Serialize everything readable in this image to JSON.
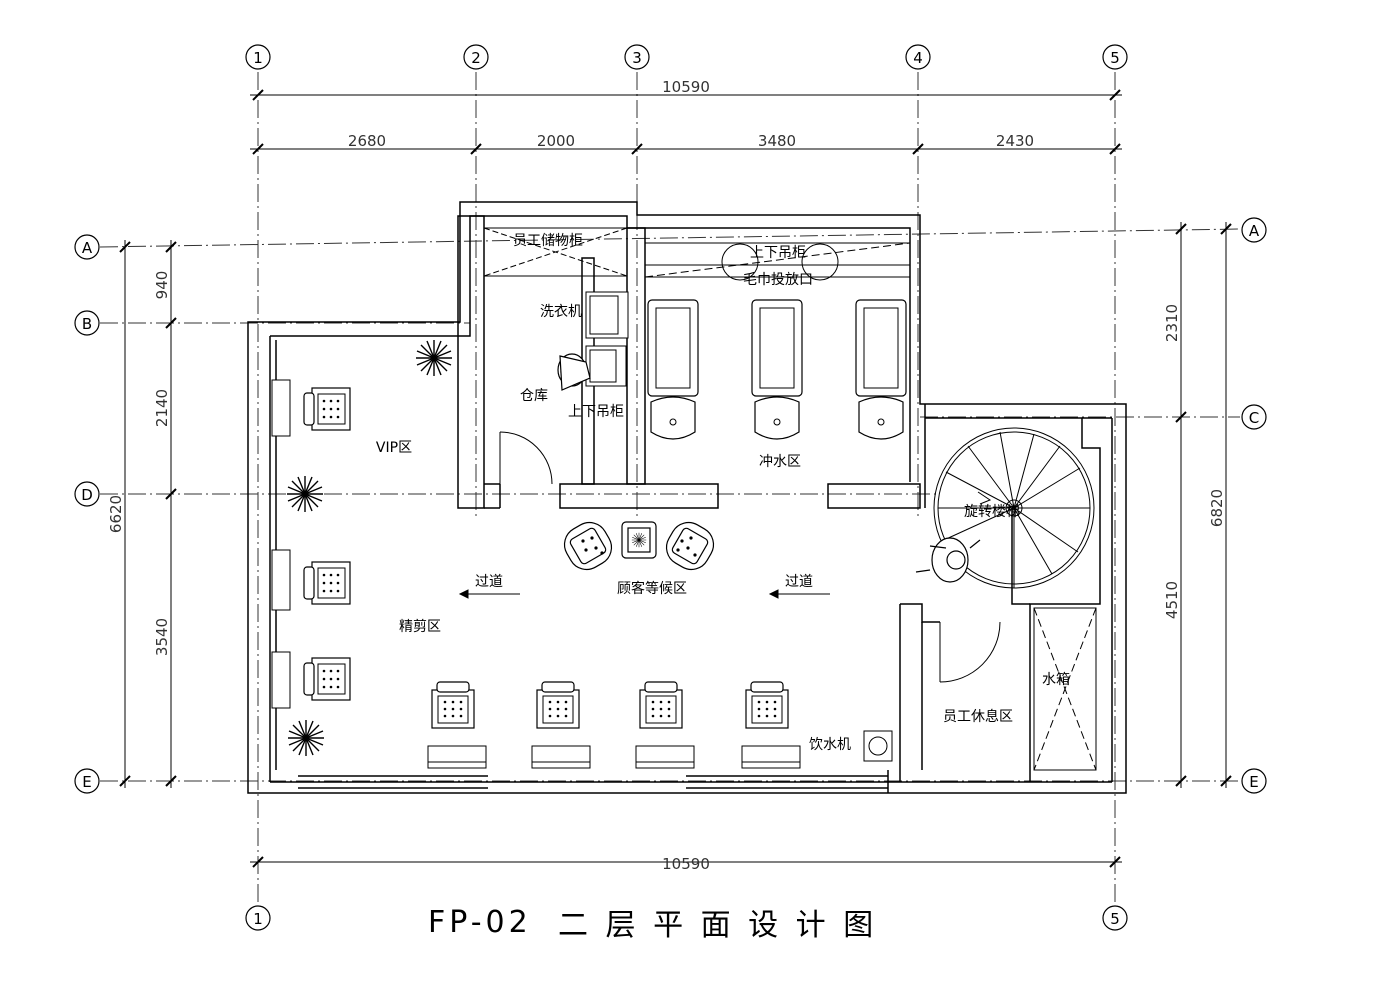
{
  "title": {
    "code": "FP-02",
    "name": "二 层 平 面 设 计 图"
  },
  "axes": {
    "top": [
      "1",
      "2",
      "3",
      "4",
      "5"
    ],
    "bottom_left": "1",
    "bottom_right": "5",
    "left": [
      "A",
      "B",
      "D",
      "E"
    ],
    "right": [
      "A",
      "C",
      "E"
    ]
  },
  "dimensions": {
    "top_total": "10590",
    "top_segments": [
      "2680",
      "2000",
      "3480",
      "2430"
    ],
    "bottom_total": "10590",
    "left_segments": [
      "940",
      "2140",
      "3540"
    ],
    "left_total": "6620",
    "right_segments": [
      "2310",
      "4510"
    ],
    "right_total": "6820"
  },
  "rooms": {
    "staff_locker": "员工储物柜",
    "upper_lower_cabinet_top": "上下吊柜",
    "towel_drop": "毛巾投放口",
    "washer": "洗衣机",
    "storage": "仓库",
    "upper_lower_cabinet_store": "上下吊柜",
    "vip": "VIP区",
    "wash_area": "冲水区",
    "spiral_stair": "旋转楼梯",
    "corridor_left": "过道",
    "corridor_right": "过道",
    "waiting": "顾客等候区",
    "fine_cut": "精剪区",
    "water_tank": "水箱",
    "staff_rest": "员工休息区",
    "water_dispenser": "饮水机"
  },
  "colors": {
    "line": "#000000",
    "grid": "#333333"
  }
}
